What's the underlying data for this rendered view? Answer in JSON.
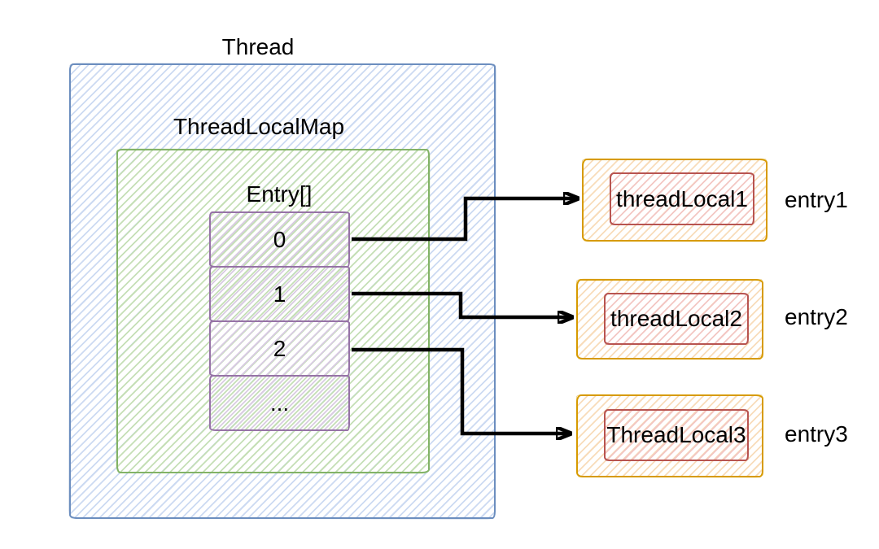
{
  "diagram": {
    "thread": {
      "label": "Thread"
    },
    "thread_local_map": {
      "label": "ThreadLocalMap"
    },
    "entry_array": {
      "label": "Entry[]",
      "cells": [
        "0",
        "1",
        "2",
        "..."
      ]
    },
    "entries": [
      {
        "box_label": "threadLocal1",
        "side_label": "entry1"
      },
      {
        "box_label": "threadLocal2",
        "side_label": "entry2"
      },
      {
        "box_label": "ThreadLocal3",
        "side_label": "entry3"
      }
    ],
    "connections": [
      {
        "from_cell": "0",
        "to": "threadLocal1"
      },
      {
        "from_cell": "1",
        "to": "threadLocal2"
      },
      {
        "from_cell": "2",
        "to": "ThreadLocal3"
      }
    ]
  },
  "colors": {
    "thread_border": "#6c8ebf",
    "thread_hatch": "#ccdaf2",
    "map_border": "#82b366",
    "map_hatch": "#c5dfb6",
    "array_border": "#9673a6",
    "array_hatch": "#d9cce3",
    "entry_outer_border": "#d79b00",
    "entry_outer_hatch": "#f8dcba",
    "entry_inner_border": "#b85450",
    "entry_inner_hatch": "#f3c7c3",
    "arrow": "#000000",
    "text": "#000000",
    "background": "#ffffff"
  }
}
